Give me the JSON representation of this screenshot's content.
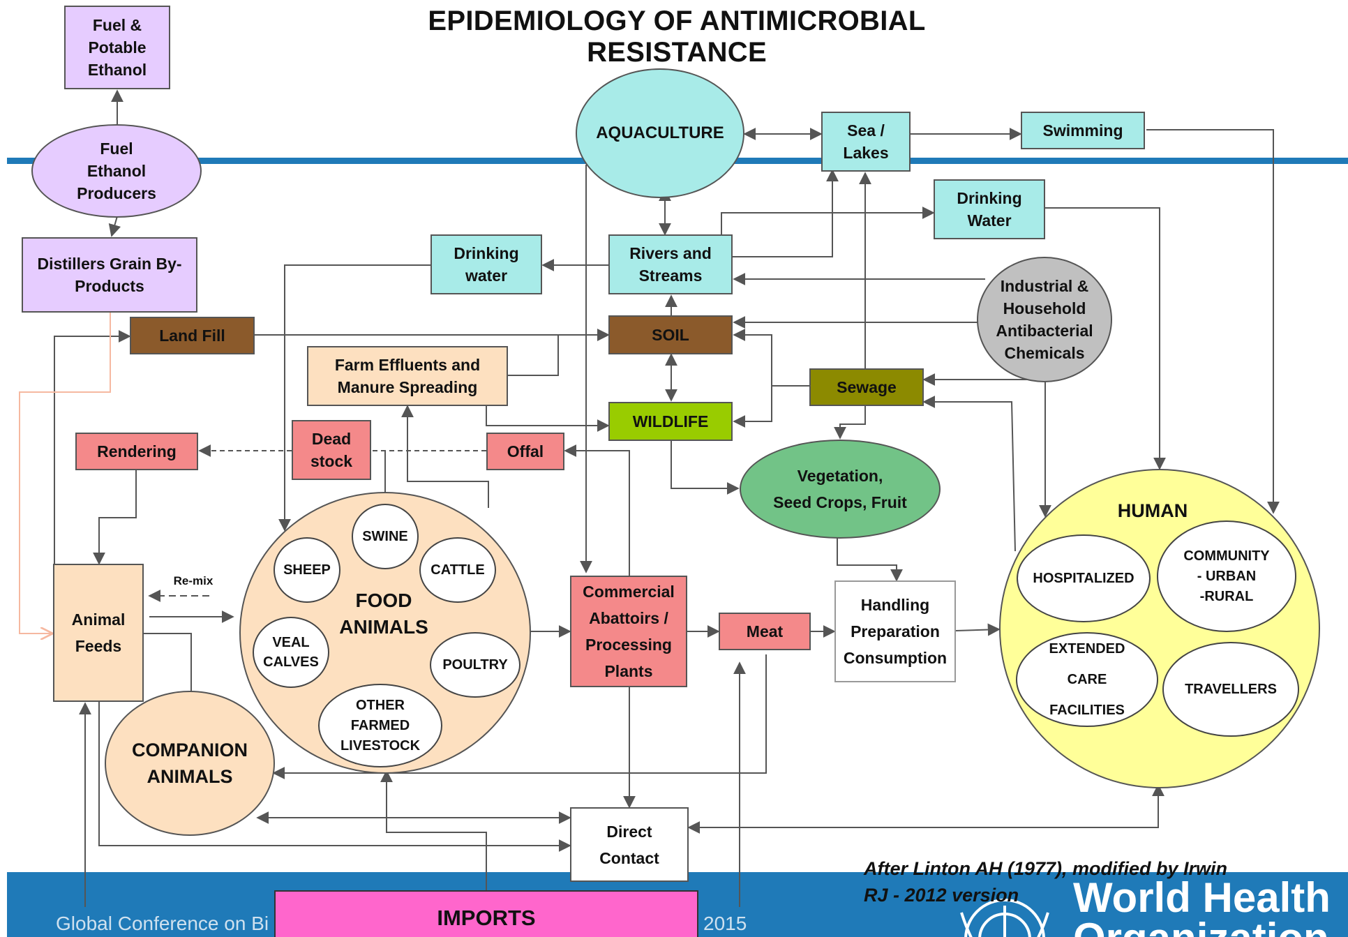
{
  "title": "EPIDEMIOLOGY OF ANTIMICROBIAL RESISTANCE",
  "attribution": "After Linton AH (1977), modified by Irwin RJ - 2012 version",
  "footer": {
    "conference_text": "Global Conference on Bi",
    "year_text": "2015",
    "who_logo_text": "World Health\nOrganization"
  },
  "colors": {
    "lavender": "#e6ccff",
    "aqua": "#a8ebe8",
    "brown": "#8b5a2b",
    "peach": "#fde0c0",
    "salmon": "#f4898a",
    "green_lime": "#99cc00",
    "green_veg": "#72c387",
    "olive": "#8c8a00",
    "gray": "#c0c0c0",
    "yellow": "#ffff99",
    "magenta": "#ff66cc",
    "band_blue": "#1f7ab8"
  },
  "nodes": {
    "fuel_potable_ethanol": "Fuel &\nPotable\nEthanol",
    "fuel_ethanol_producers": "Fuel\nEthanol\nProducers",
    "distillers_grain": "Distillers Grain By-\nProducts",
    "land_fill": "Land Fill",
    "rendering": "Rendering",
    "dead_stock": "Dead\nstock",
    "offal": "Offal",
    "farm_effluents": "Farm Effluents and\nManure Spreading",
    "animal_feeds": "Animal\nFeeds",
    "remix": "Re-mix",
    "companion_animals": "COMPANION\nANIMALS",
    "food_animals": "FOOD\nANIMALS",
    "swine": "SWINE",
    "sheep": "SHEEP",
    "cattle": "CATTLE",
    "veal_calves": "VEAL\nCALVES",
    "poultry": "POULTRY",
    "other_farmed": "OTHER\nFARMED\nLIVESTOCK",
    "aquaculture": "AQUACULTURE",
    "drinking_water_left": "Drinking\nwater",
    "rivers_streams": "Rivers and\nStreams",
    "soil": "SOIL",
    "wildlife": "WILDLIFE",
    "sea_lakes": "Sea /\nLakes",
    "swimming": "Swimming",
    "drinking_water_right": "Drinking\nWater",
    "industrial": "Industrial &\nHousehold\nAntibacterial\nChemicals",
    "sewage": "Sewage",
    "vegetation": "Vegetation,\nSeed Crops, Fruit",
    "abattoirs": "Commercial\nAbattoirs /\nProcessing\nPlants",
    "meat": "Meat",
    "handling": "Handling\nPreparation\nConsumption",
    "human": "HUMAN",
    "hospitalized": "HOSPITALIZED",
    "community": "COMMUNITY\n- URBAN\n-RURAL",
    "extended_care": "EXTENDED\nCARE\nFACILITIES",
    "travellers": "TRAVELLERS",
    "direct_contact": "Direct\nContact",
    "imports": "IMPORTS"
  }
}
